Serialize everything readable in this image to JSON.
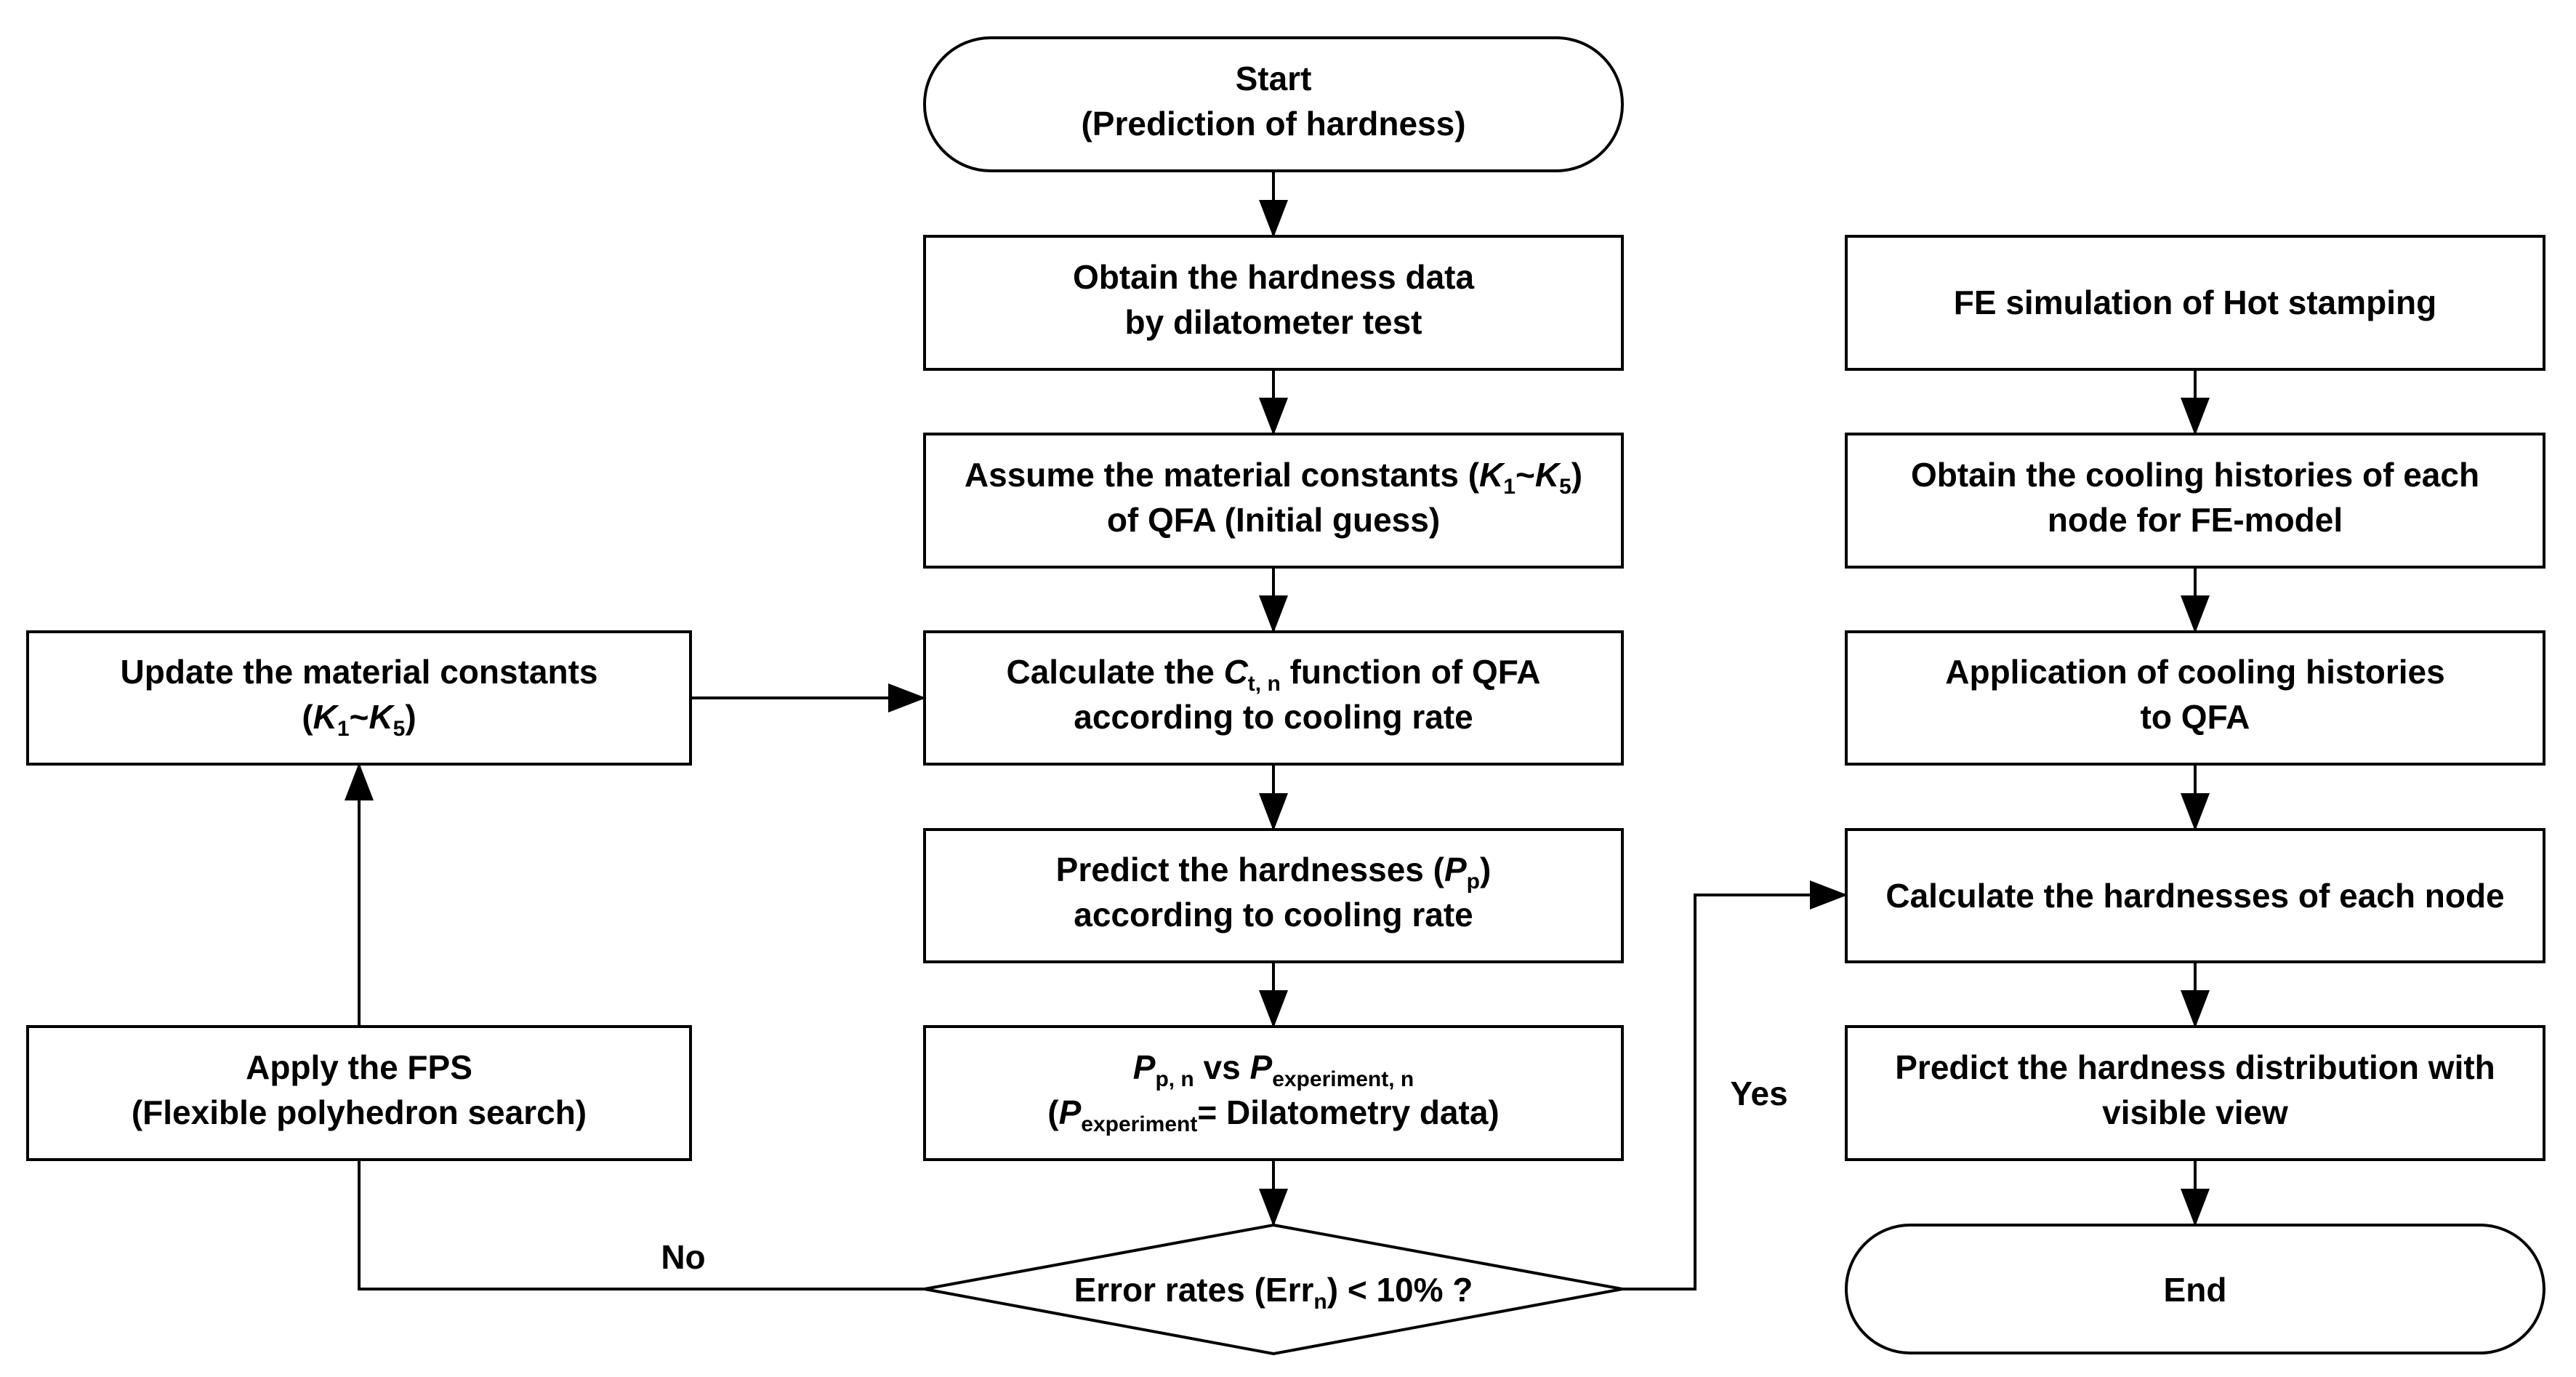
{
  "flowchart": {
    "start": {
      "line1": "Start",
      "line2": "(Prediction of hardness)"
    },
    "obtain_hardness": {
      "line1": "Obtain the hardness data",
      "line2": "by dilatometer test"
    },
    "assume_constants": {
      "line1_prefix": "Assume the material constants (",
      "k1_base": "K",
      "k1_sub": "1",
      "tilde": "~",
      "k5_base": "K",
      "k5_sub": "5",
      "line1_suffix": ")",
      "line2": "of QFA (Initial guess)"
    },
    "calculate_ctn": {
      "line1_prefix": "Calculate the ",
      "c_base": "C",
      "c_sub": "t, n",
      "line1_suffix": " function of QFA",
      "line2": "according to cooling rate"
    },
    "predict_hardnesses": {
      "line1_prefix": "Predict the hardnesses (",
      "p_base": "P",
      "p_sub": "p",
      "line1_suffix": ")",
      "line2": "according to cooling rate"
    },
    "compare": {
      "pp_base": "P",
      "pp_sub": "p, n",
      "vs": " vs ",
      "pe_base": "P",
      "pe_sub": "experiment, n",
      "line2_open": "(",
      "line2_base": "P",
      "line2_sub": "experiment",
      "line2_rest": "= Dilatometry data)"
    },
    "decision": {
      "prefix": "Error rates (Err",
      "sub": "n",
      "suffix": ") < 10% ?"
    },
    "update_constants": {
      "line1": "Update the material constants",
      "line2_open": "(",
      "k1_base": "K",
      "k1_sub": "1",
      "tilde": "~",
      "k5_base": "K",
      "k5_sub": "5",
      "line2_close": ")"
    },
    "apply_fps": {
      "line1": "Apply the FPS",
      "line2": "(Flexible polyhedron search)"
    },
    "fe_simulation": {
      "line1": "FE simulation of Hot stamping"
    },
    "obtain_cooling": {
      "line1": "Obtain the cooling histories of each",
      "line2": "node for FE-model"
    },
    "application": {
      "line1": "Application of cooling histories",
      "line2": "to QFA"
    },
    "calculate_node": {
      "line1": "Calculate the hardnesses of each node"
    },
    "predict_distribution": {
      "line1": "Predict the hardness distribution with",
      "line2": "visible view"
    },
    "end": {
      "line1": "End"
    },
    "edge_labels": {
      "no": "No",
      "yes": "Yes"
    }
  }
}
